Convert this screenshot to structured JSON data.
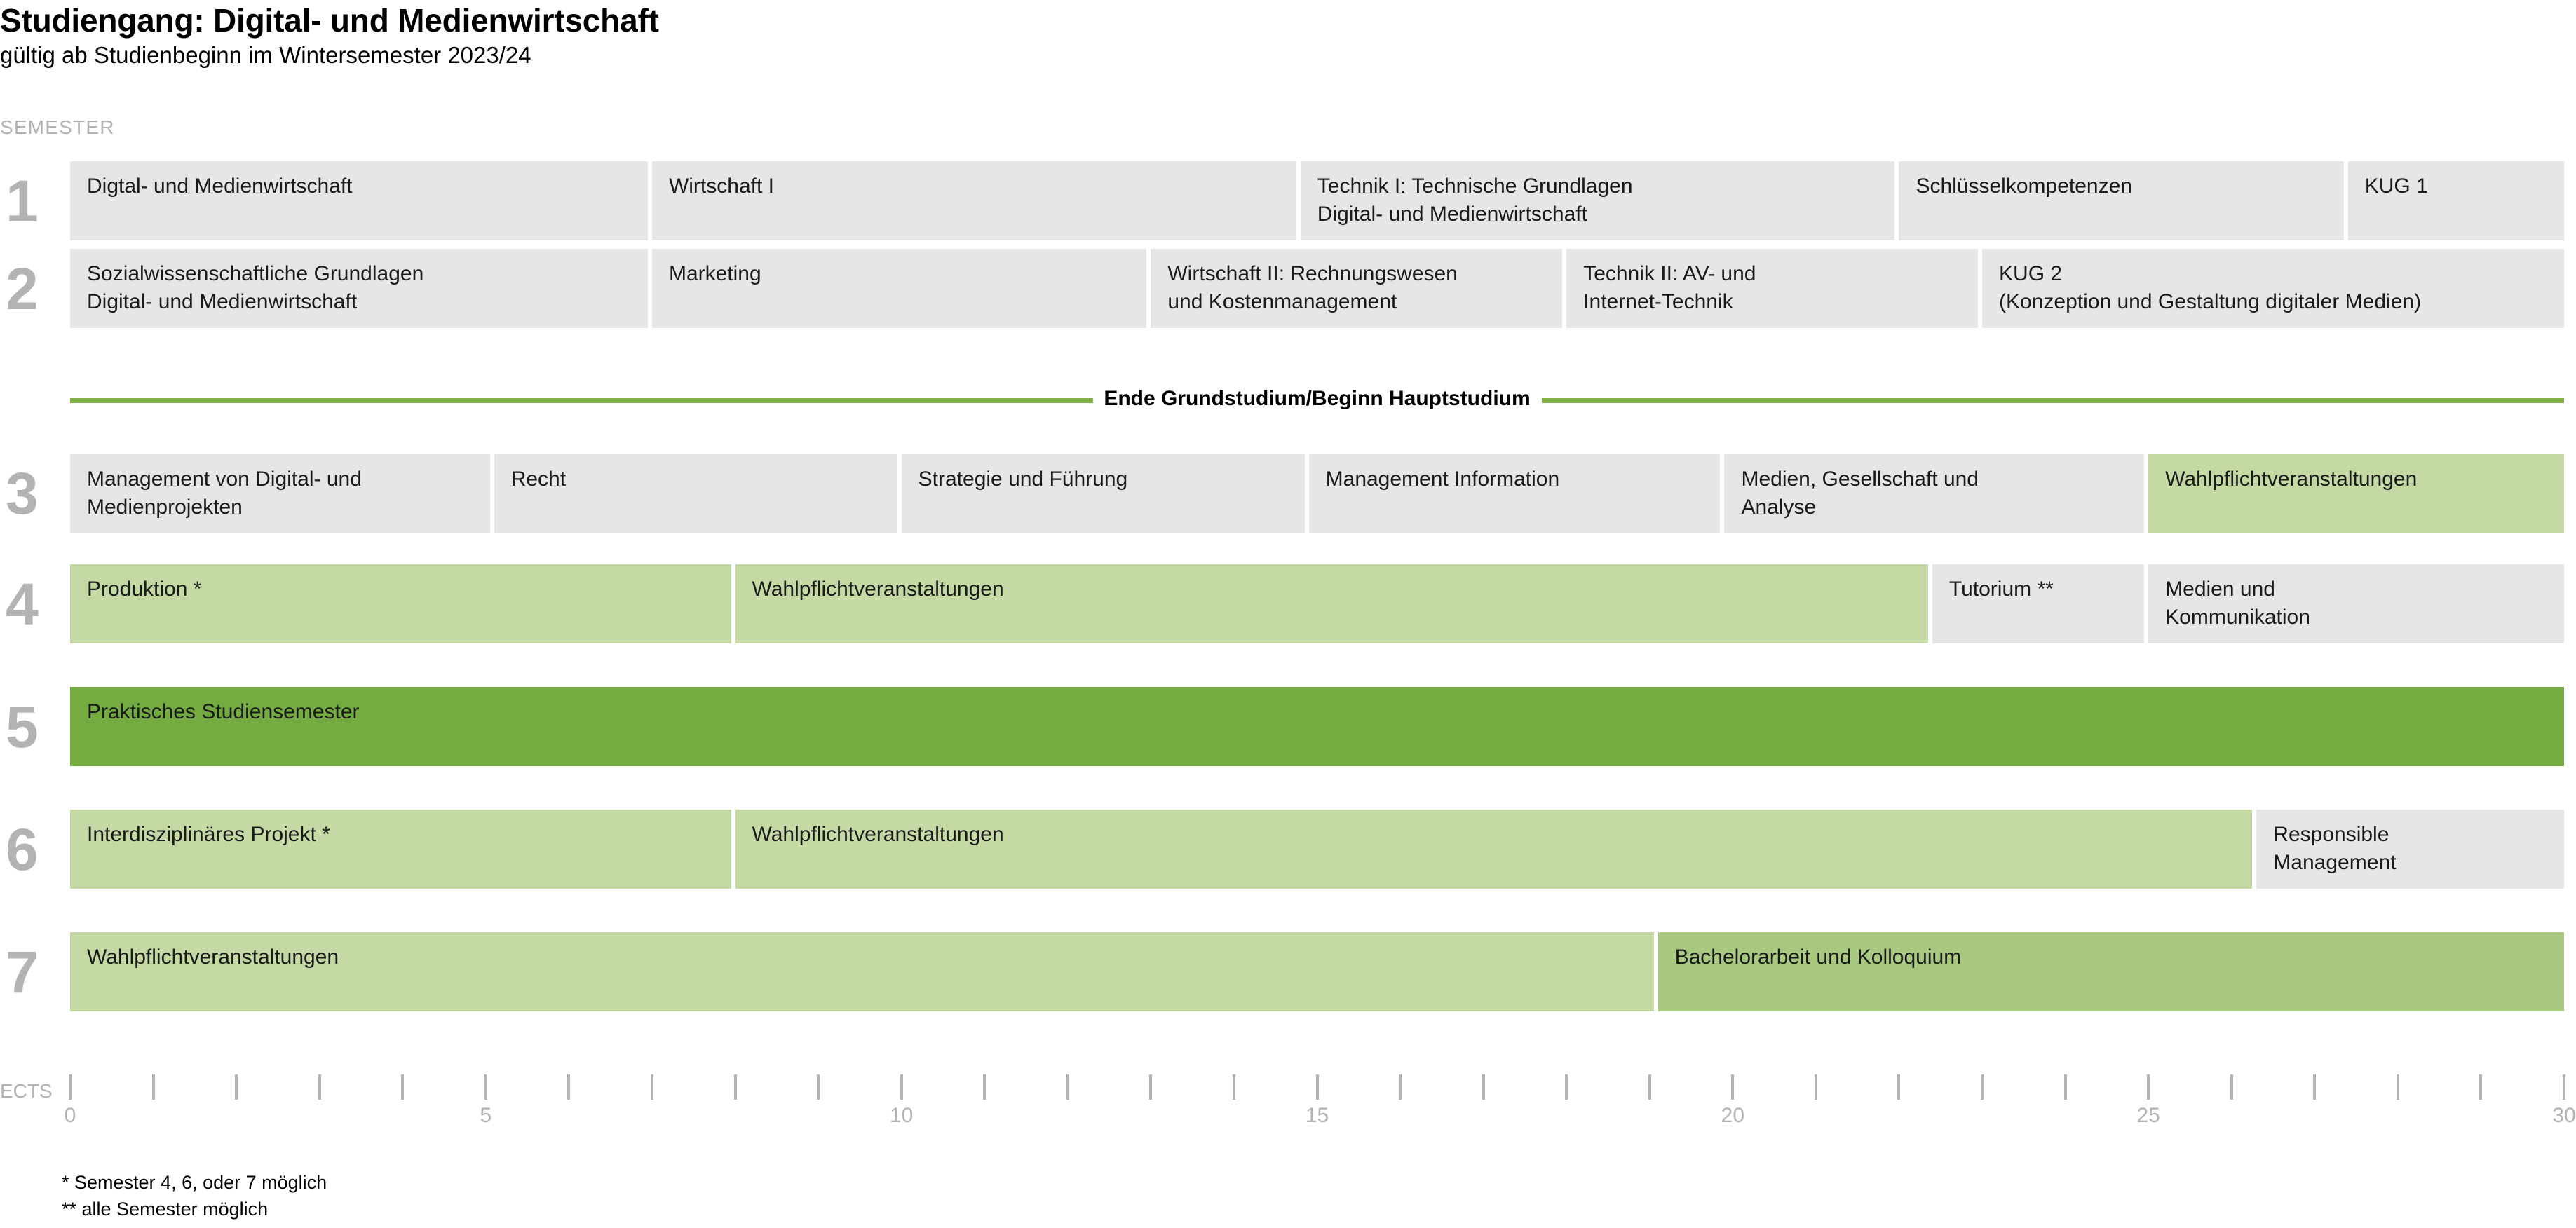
{
  "header": {
    "title": "Studiengang: Digital- und Medienwirtschaft",
    "subtitle": "gültig ab Studienbeginn im Wintersemester 2023/24"
  },
  "semester_caption": "SEMESTER",
  "divider": {
    "text": "Ende Grundstudium/Beginn Hauptstudium",
    "color": "#7fb04a"
  },
  "colors": {
    "grey": "#e6e6e6",
    "light_green": "#c5d9a4",
    "mid_green": "#a8c97f",
    "dark_green": "#74ac41",
    "label_grey": "#b3b3b3"
  },
  "axis": {
    "label": "ECTS",
    "min": 0,
    "max": 30,
    "tick_step": 1,
    "labeled_ticks": [
      {
        "value": 0,
        "text": "0"
      },
      {
        "value": 5,
        "text": "5"
      },
      {
        "value": 10,
        "text": "10"
      },
      {
        "value": 15,
        "text": "15"
      },
      {
        "value": 20,
        "text": "20"
      },
      {
        "value": 25,
        "text": "25"
      },
      {
        "value": 30,
        "text": "30"
      }
    ]
  },
  "footnotes": [
    "* Semester 4, 6, oder 7 möglich",
    "** alle Semester möglich"
  ],
  "chart_data": {
    "type": "bar",
    "title": "Studiengang: Digital- und Medienwirtschaft",
    "subtitle": "gültig ab Studienbeginn im Wintersemester 2023/24",
    "xlabel": "ECTS",
    "ylabel": "SEMESTER",
    "xlim": [
      0,
      30
    ],
    "categories": [
      "1",
      "2",
      "3",
      "4",
      "5",
      "6",
      "7"
    ],
    "grid": false,
    "legend": "none",
    "rows": [
      {
        "semester": "1",
        "blocks": [
          {
            "lines": [
              "Digtal- und Medienwirtschaft"
            ],
            "start": 0,
            "end": 7,
            "ects": 7,
            "style": "grey"
          },
          {
            "lines": [
              "Wirtschaft I"
            ],
            "start": 7,
            "end": 14.8,
            "ects": 7.8,
            "style": "grey"
          },
          {
            "lines": [
              "Technik I: Technische Grundlagen",
              "Digital- und Medienwirtschaft"
            ],
            "start": 14.8,
            "end": 22.0,
            "ects": 7.2,
            "style": "grey"
          },
          {
            "lines": [
              "Schlüsselkompetenzen"
            ],
            "start": 22.0,
            "end": 27.4,
            "ects": 5.4,
            "style": "grey"
          },
          {
            "lines": [
              "KUG 1"
            ],
            "start": 27.4,
            "end": 30,
            "ects": 2.6,
            "style": "grey"
          }
        ]
      },
      {
        "semester": "2",
        "blocks": [
          {
            "lines": [
              "Sozialwissenschaftliche Grundlagen",
              "Digital- und Medienwirtschaft"
            ],
            "start": 0,
            "end": 7,
            "ects": 7,
            "style": "grey"
          },
          {
            "lines": [
              "Marketing"
            ],
            "start": 7,
            "end": 13.0,
            "ects": 6.0,
            "style": "grey"
          },
          {
            "lines": [
              "Wirtschaft II: Rechnungswesen",
              "und Kostenmanagement"
            ],
            "start": 13.0,
            "end": 18.0,
            "ects": 5.0,
            "style": "grey"
          },
          {
            "lines": [
              "Technik II: AV- und",
              "Internet-Technik"
            ],
            "start": 18.0,
            "end": 23.0,
            "ects": 5.0,
            "style": "grey"
          },
          {
            "lines": [
              "KUG 2",
              "(Konzeption und Gestaltung digitaler Medien)"
            ],
            "start": 23.0,
            "end": 30,
            "ects": 7.0,
            "style": "grey"
          }
        ]
      },
      {
        "semester": "3",
        "blocks": [
          {
            "lines": [
              "Management von Digital- und",
              "Medienprojekten"
            ],
            "start": 0,
            "end": 5.1,
            "ects": 5.1,
            "style": "grey"
          },
          {
            "lines": [
              "Recht"
            ],
            "start": 5.1,
            "end": 10.0,
            "ects": 4.9,
            "style": "grey"
          },
          {
            "lines": [
              "Strategie und Führung"
            ],
            "start": 10.0,
            "end": 14.9,
            "ects": 4.9,
            "style": "grey"
          },
          {
            "lines": [
              "Management Information"
            ],
            "start": 14.9,
            "end": 19.9,
            "ects": 5.0,
            "style": "grey"
          },
          {
            "lines": [
              "Medien, Gesellschaft und",
              "Analyse"
            ],
            "start": 19.9,
            "end": 25.0,
            "ects": 5.1,
            "style": "grey"
          },
          {
            "lines": [
              "Wahlpflichtveranstaltungen"
            ],
            "start": 25.0,
            "end": 30,
            "ects": 5.0,
            "style": "light_green"
          }
        ]
      },
      {
        "semester": "4",
        "blocks": [
          {
            "lines": [
              "Produktion *"
            ],
            "start": 0,
            "end": 8.0,
            "ects": 8.0,
            "style": "light_green"
          },
          {
            "lines": [
              "Wahlpflichtveranstaltungen"
            ],
            "start": 8.0,
            "end": 22.4,
            "ects": 14.4,
            "style": "light_green"
          },
          {
            "lines": [
              "Tutorium **"
            ],
            "start": 22.4,
            "end": 25.0,
            "ects": 2.6,
            "style": "grey"
          },
          {
            "lines": [
              "Medien und",
              "Kommunikation"
            ],
            "start": 25.0,
            "end": 30,
            "ects": 5.0,
            "style": "grey"
          }
        ]
      },
      {
        "semester": "5",
        "blocks": [
          {
            "lines": [
              "Praktisches Studiensemester"
            ],
            "start": 0,
            "end": 30,
            "ects": 30,
            "style": "dark_green"
          }
        ]
      },
      {
        "semester": "6",
        "blocks": [
          {
            "lines": [
              "Interdisziplinäres Projekt *"
            ],
            "start": 0,
            "end": 8.0,
            "ects": 8.0,
            "style": "light_green"
          },
          {
            "lines": [
              "Wahlpflichtveranstaltungen"
            ],
            "start": 8.0,
            "end": 26.3,
            "ects": 18.3,
            "style": "light_green"
          },
          {
            "lines": [
              "Responsible",
              "Management"
            ],
            "start": 26.3,
            "end": 30,
            "ects": 3.7,
            "style": "grey"
          }
        ]
      },
      {
        "semester": "7",
        "blocks": [
          {
            "lines": [
              "Wahlpflichtveranstaltungen"
            ],
            "start": 0,
            "end": 19.1,
            "ects": 19.1,
            "style": "light_green"
          },
          {
            "lines": [
              "Bachelorarbeit und Kolloquium"
            ],
            "start": 19.1,
            "end": 30,
            "ects": 10.9,
            "style": "mid_green"
          }
        ]
      }
    ]
  }
}
